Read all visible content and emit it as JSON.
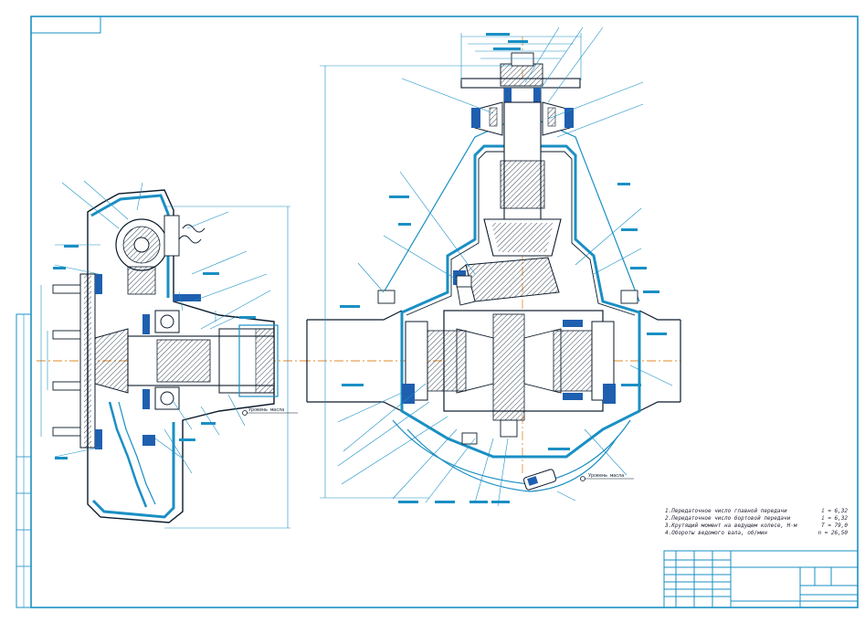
{
  "drawing": {
    "colors": {
      "line": "#1a8fc4",
      "dark": "#0b1a2a",
      "fill": "#1f5fb0",
      "axis": "#e08a2a"
    },
    "notes": [
      {
        "text": "1.Передаточное число главной передачи",
        "value": "i = 6,32"
      },
      {
        "text": "2.Передаточное число бортовой передачи",
        "value": "i = 6,32"
      },
      {
        "text": "3.Крутящий момент на ведущем колесе, Н·м",
        "value": "T = 79,0"
      },
      {
        "text": "4.Обороты ведомого вала, об/мин",
        "value": "n = 26,50"
      }
    ],
    "oil_label_left": "Уровень масла",
    "oil_label_right": "Уровень масла"
  }
}
